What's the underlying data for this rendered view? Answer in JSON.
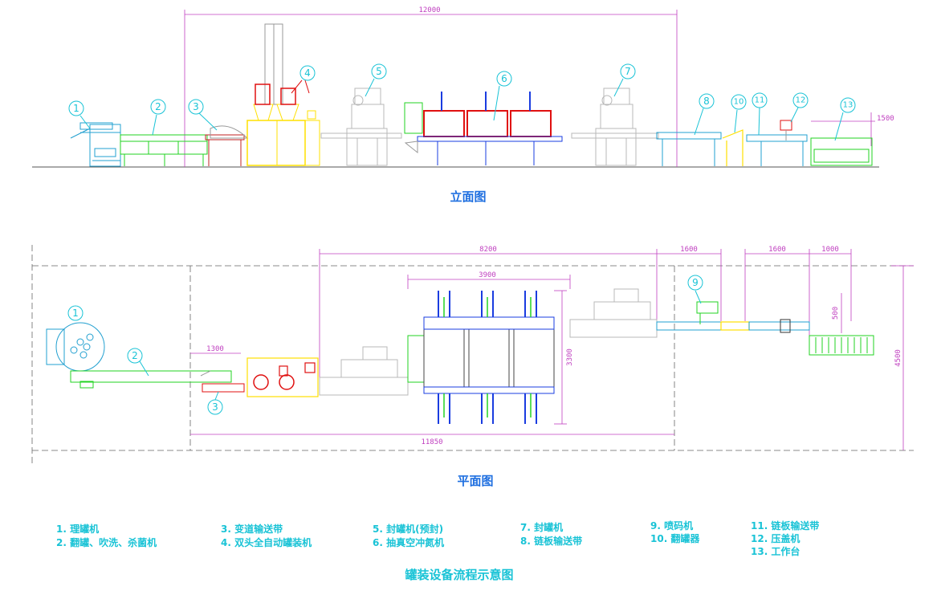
{
  "elevation": {
    "title": "立面图",
    "overall_dim": "12000",
    "right_dim": "1500",
    "markers": [
      "1",
      "2",
      "3",
      "4",
      "5",
      "6",
      "7",
      "8",
      "10",
      "11",
      "12",
      "13"
    ]
  },
  "plan": {
    "title": "平面图",
    "dims": {
      "d8200": "8200",
      "d3900": "3900",
      "d1600a": "1600",
      "d1600b": "1600",
      "d1000": "1000",
      "d1300": "1300",
      "d3300": "3300",
      "d500": "500",
      "d4500": "4500",
      "d11850": "11850"
    },
    "markers": [
      "1",
      "2",
      "3",
      "9"
    ]
  },
  "legend": {
    "col1": [
      "1. 理罐机",
      "2. 翻罐、吹洗、杀菌机"
    ],
    "col2": [
      "3. 变道输送带",
      "4. 双头全自动罐装机"
    ],
    "col3": [
      "5. 封罐机(预封)",
      "6. 抽真空冲氮机"
    ],
    "col4": [
      "7. 封罐机",
      "8. 链板输送带"
    ],
    "col5": [
      "9. 喷码机",
      "10. 翻罐器"
    ],
    "col6": [
      "11. 链板输送带",
      "12. 压盖机",
      "13. 工作台"
    ]
  },
  "caption": "罐装设备流程示意图",
  "colors": {
    "marker": "#19c3d6",
    "dimension": "#c040c0",
    "conveyor": "#22d322",
    "filler": "#ffe000",
    "vacuum_frame": "#e01010",
    "blue_equipment": "#1a3ce0",
    "machine_gray": "#b8b8b8",
    "title_blue": "#1f6fe0"
  }
}
